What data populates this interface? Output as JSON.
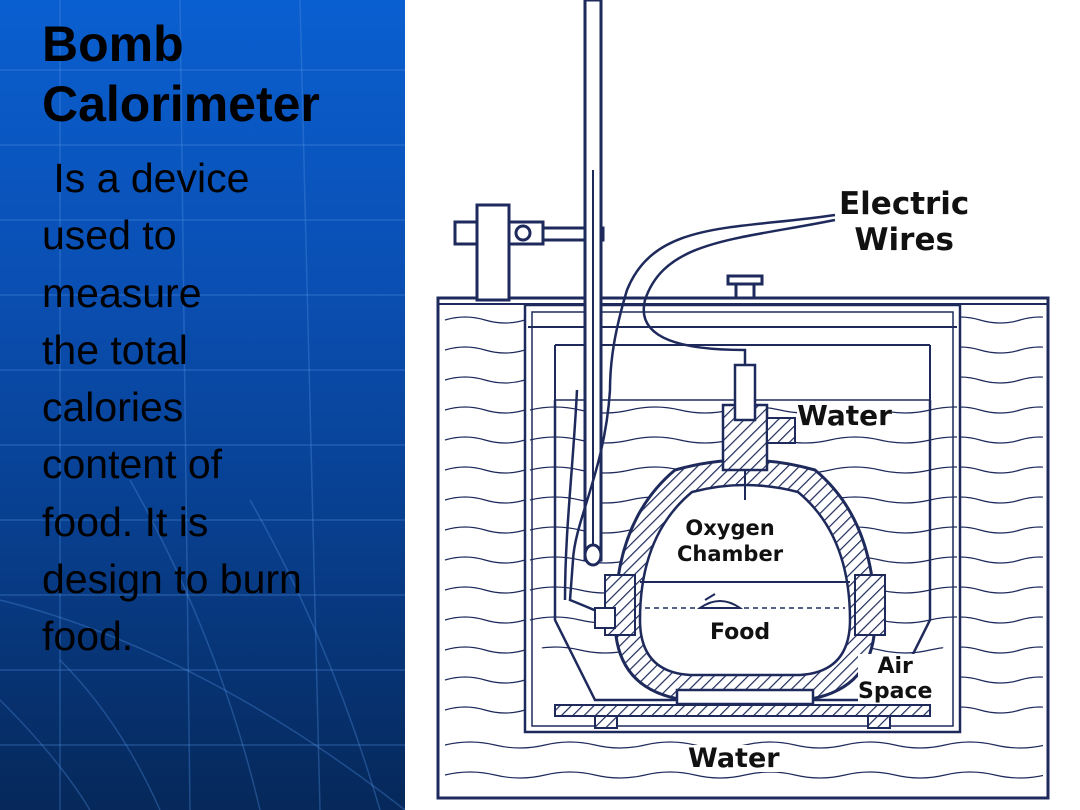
{
  "slide": {
    "title_line1": "Bomb",
    "title_line2": "Calorimeter",
    "body": " Is a device\nused to\nmeasure\nthe total\ncalories\ncontent of\nfood. It is\ndesign to burn\nfood."
  },
  "diagram": {
    "labels": {
      "electric_wires_1": "Electric",
      "electric_wires_2": "Wires",
      "water_top": "Water",
      "oxygen_1": "Oxygen",
      "oxygen_2": "Chamber",
      "food": "Food",
      "air_1": "Air",
      "air_2": "Space",
      "water_bottom": "Water"
    }
  },
  "colors": {
    "left_top": "#0a5fd0",
    "left_bottom": "#06285a",
    "text": "#000000",
    "diagram_line": "#1f2a5c"
  }
}
